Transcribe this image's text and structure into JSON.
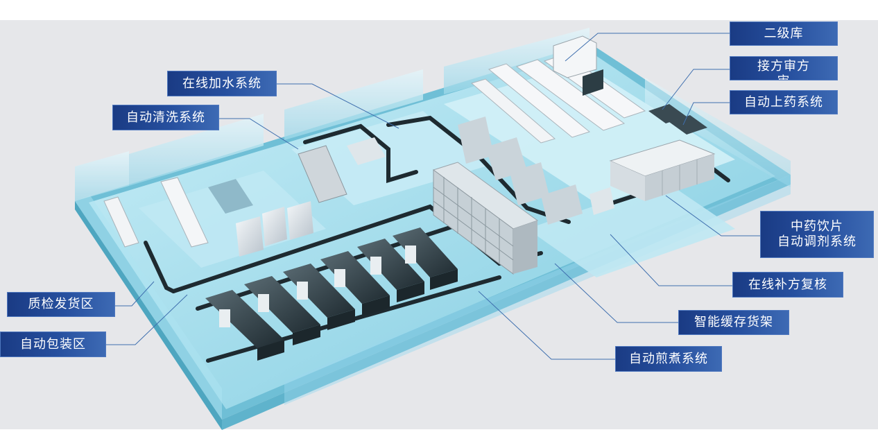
{
  "labels": {
    "secondary_storage": "二级库",
    "prescription_review_l1": "接方审方",
    "prescription_review_l2": "审",
    "auto_medicine_loading": "自动上药系统",
    "online_water_system": "在线加水系统",
    "auto_cleaning_system": "自动清洗系统",
    "tcm_dispensing_l1": "中药饮片",
    "tcm_dispensing_l2": "自动调剂系统",
    "online_supplement_review": "在线补方复核",
    "qc_shipping_area": "质检发货区",
    "smart_cache_shelf": "智能缓存货架",
    "auto_packaging_area": "自动包装区",
    "auto_decoction_system": "自动煎煮系统"
  },
  "colors": {
    "label_bg_dark": "#1a3b84",
    "label_bg_light": "#3d6ab4",
    "floor": "#8fd3e6",
    "wall": "#b9e6f2",
    "leader_line": "#3f6fae"
  }
}
